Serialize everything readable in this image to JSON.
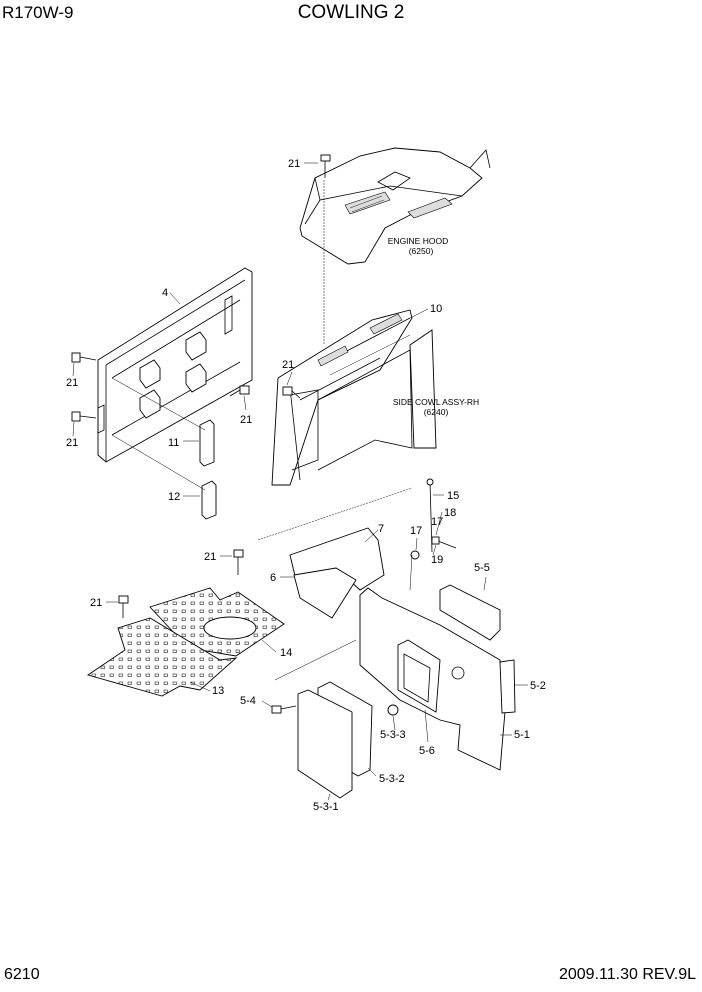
{
  "header": {
    "model": "R170W-9",
    "title": "COWLING 2"
  },
  "footer": {
    "page": "6210",
    "date_rev": "2009.11.30  REV.9L"
  },
  "notes": {
    "engine_hood": "ENGINE HOOD",
    "engine_hood_ref": "(6250)",
    "side_cowl": "SIDE COWL ASSY-RH",
    "side_cowl_ref": "(6240)"
  },
  "callouts": {
    "c21_hood": "21",
    "c4": "4",
    "c10": "10",
    "c21_left_a": "21",
    "c21_left_b": "21",
    "c21_mid": "21",
    "c21_right": "21",
    "c11": "11",
    "c12": "12",
    "c15": "15",
    "c18": "18",
    "c17a": "17",
    "c17b": "17",
    "c19": "19",
    "c7": "7",
    "c6": "6",
    "c21_plate_a": "21",
    "c21_plate_b": "21",
    "c14": "14",
    "c13": "13",
    "c5_5": "5-5",
    "c5_2": "5-2",
    "c5_4": "5-4",
    "c5_3_3": "5-3-3",
    "c5_6": "5-6",
    "c5_1": "5-1",
    "c5_3_2": "5-3-2",
    "c5_3_1": "5-3-1"
  }
}
